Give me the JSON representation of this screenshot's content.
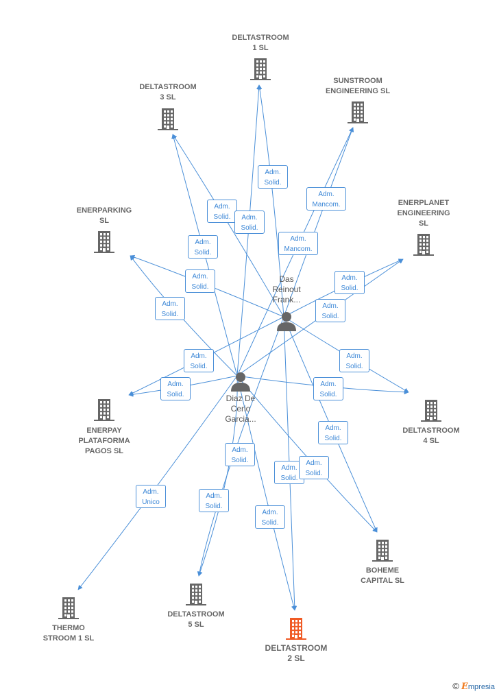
{
  "colors": {
    "link": "#4a8fd8",
    "building": "#666666",
    "highlight": "#f05a24",
    "person": "#666666"
  },
  "companies": [
    {
      "id": "d1",
      "name": "DELTASTROOM\n1  SL"
    },
    {
      "id": "d3",
      "name": "DELTASTROOM\n3  SL"
    },
    {
      "id": "sun",
      "name": "SUNSTROOM\nENGINEERING SL"
    },
    {
      "id": "park",
      "name": "ENERPARKING\nSL"
    },
    {
      "id": "planet",
      "name": "ENERPLANET\nENGINEERING\nSL"
    },
    {
      "id": "pay",
      "name": "ENERPAY\nPLATAFORMA\nPAGOS  SL"
    },
    {
      "id": "d4",
      "name": "DELTASTROOM\n4  SL"
    },
    {
      "id": "boh",
      "name": "BOHEME\nCAPITAL SL"
    },
    {
      "id": "d5",
      "name": "DELTASTROOM\n5  SL"
    },
    {
      "id": "thermo",
      "name": "THERMO\nSTROOM 1 SL"
    },
    {
      "id": "d2",
      "name": "DELTASTROOM\n2  SL",
      "highlight": true
    }
  ],
  "persons": [
    {
      "id": "das",
      "name": "Das\nReinout\nFrank..."
    },
    {
      "id": "diaz",
      "name": "Diaz De\nCerio\nGarcia..."
    }
  ],
  "relations": [
    {
      "from": "das",
      "to": "d1",
      "label": "Adm.\nSolid."
    },
    {
      "from": "das",
      "to": "d3",
      "label": "Adm.\nSolid."
    },
    {
      "from": "das",
      "to": "sun",
      "label": "Adm.\nMancom."
    },
    {
      "from": "das",
      "to": "park",
      "label": "Adm.\nSolid."
    },
    {
      "from": "das",
      "to": "planet",
      "label": "Adm.\nSolid."
    },
    {
      "from": "das",
      "to": "pay",
      "label": "Adm.\nSolid."
    },
    {
      "from": "das",
      "to": "d4",
      "label": "Adm.\nSolid."
    },
    {
      "from": "das",
      "to": "boh",
      "label": "Adm.\nSolid."
    },
    {
      "from": "das",
      "to": "d5",
      "label": "Adm.\nSolid."
    },
    {
      "from": "das",
      "to": "d2",
      "label": "Adm.\nSolid."
    },
    {
      "from": "diaz",
      "to": "d1",
      "label": "Adm.\nSolid."
    },
    {
      "from": "diaz",
      "to": "d3",
      "label": "Adm.\nSolid."
    },
    {
      "from": "diaz",
      "to": "sun",
      "label": "Adm.\nMancom."
    },
    {
      "from": "diaz",
      "to": "park",
      "label": "Adm.\nSolid."
    },
    {
      "from": "diaz",
      "to": "planet",
      "label": "Adm.\nSolid."
    },
    {
      "from": "diaz",
      "to": "pay",
      "label": "Adm.\nSolid."
    },
    {
      "from": "diaz",
      "to": "d4",
      "label": "Adm.\nSolid."
    },
    {
      "from": "diaz",
      "to": "boh",
      "label": "Adm.\nSolid."
    },
    {
      "from": "diaz",
      "to": "d5",
      "label": "Adm.\nSolid."
    },
    {
      "from": "diaz",
      "to": "d2",
      "label": "Adm.\nSolid."
    },
    {
      "from": "diaz",
      "to": "thermo",
      "label": "Adm.\nUnico"
    }
  ],
  "footer": {
    "copyright": "©",
    "brand_initial": "E",
    "brand_rest": "mpresia"
  }
}
